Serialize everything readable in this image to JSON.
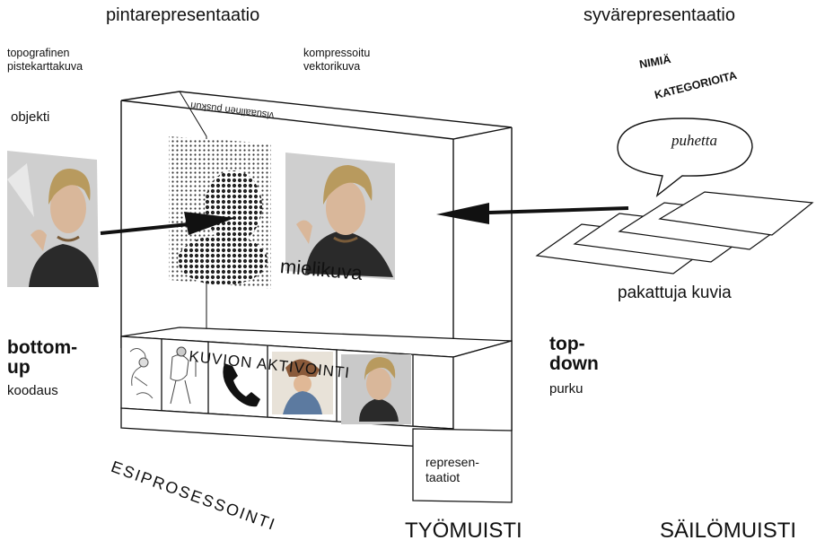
{
  "surface": {
    "title": "pintarepresentaatio",
    "topographic": [
      "topografinen",
      "pistekarttakuva"
    ],
    "compressed": [
      "kompressoitu",
      "vektorikuva"
    ],
    "object": "objekti",
    "mental_image": "mielikuva"
  },
  "deep": {
    "title": "syvärepresentaatio",
    "names": "NIMIÄ",
    "categories": "KATEGORIOITA",
    "speech": "puhetta",
    "packed": "pakattuja kuvia"
  },
  "box": {
    "top_face": "visuaalinen puskuri",
    "activation": "KUVION AKTIVOINTI",
    "preprocessing": "ESIPROSESSOINTI",
    "representations": [
      "represen-",
      "taatiot"
    ]
  },
  "bottom_up": {
    "title": [
      "bottom-",
      "up"
    ],
    "sub": "koodaus"
  },
  "top_down": {
    "title": [
      "top-",
      "down"
    ],
    "sub": "purku"
  },
  "working_memory": "TYÖMUISTI",
  "long_term_memory": "SÄILÖMUISTI",
  "colors": {
    "ink": "#111111",
    "photo_bg": "#cfcfcf",
    "face": "#d9b79a",
    "hair": "#b89a5e",
    "shirt": "#2a2a2a"
  }
}
